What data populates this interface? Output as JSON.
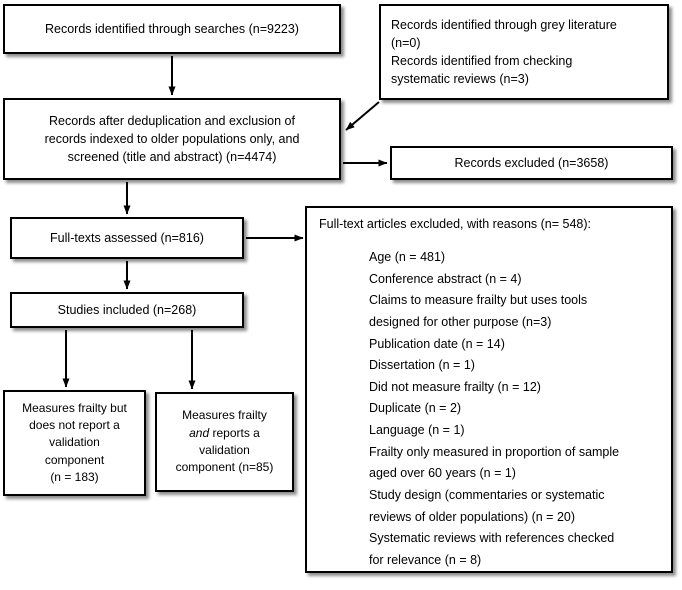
{
  "diagram": {
    "title": "PRISMA study selection flow diagram",
    "boxes": {
      "records_identified": "Records identified through searches (n=9223)",
      "grey_literature_line1": "Records identified through grey literature",
      "grey_literature_line2": "(n=0)",
      "grey_literature_line3": "Records identified from checking",
      "grey_literature_line4": "systematic reviews (n=3)",
      "after_dedup_line1": "Records after deduplication and exclusion of",
      "after_dedup_line2": "records indexed to older populations only, and",
      "after_dedup_line3": "screened (title and abstract) (n=4474)",
      "records_excluded": "Records excluded (n=3658)",
      "fulltexts_assessed": "Full-texts assessed (n=816)",
      "studies_included": "Studies included (n=268)",
      "no_validation_line1": "Measures frailty but",
      "no_validation_line2": "does not report a",
      "no_validation_line3": "validation",
      "no_validation_line4": "component",
      "no_validation_line5": "(n = 183)",
      "with_validation_line1": "Measures frailty",
      "with_validation_line2_pre": "",
      "with_validation_line2_em": "and",
      "with_validation_line2_post": " reports a",
      "with_validation_line3": "validation",
      "with_validation_line4": "component (n=85)"
    },
    "exclusion_reasons": {
      "heading": "Full-text articles excluded, with reasons (n= 548):",
      "items": [
        "Age (n = 481)",
        "Conference abstract (n = 4)",
        "Claims to measure frailty but uses tools",
        "designed for other purpose (n=3)",
        "Publication date (n = 14)",
        "Dissertation (n = 1)",
        "Did not measure frailty (n = 12)",
        "Duplicate (n = 2)",
        "Language (n = 1)",
        "Frailty only measured in proportion of sample",
        "aged over 60 years (n = 1)",
        "Study design (commentaries or systematic",
        "reviews of older populations) (n = 20)",
        "Systematic reviews with references checked",
        "for relevance (n = 8)"
      ]
    },
    "colors": {
      "box_border": "#000000",
      "box_fill": "#ffffff",
      "text": "#000000",
      "arrow": "#000000",
      "page_background": "#ffffff"
    }
  }
}
